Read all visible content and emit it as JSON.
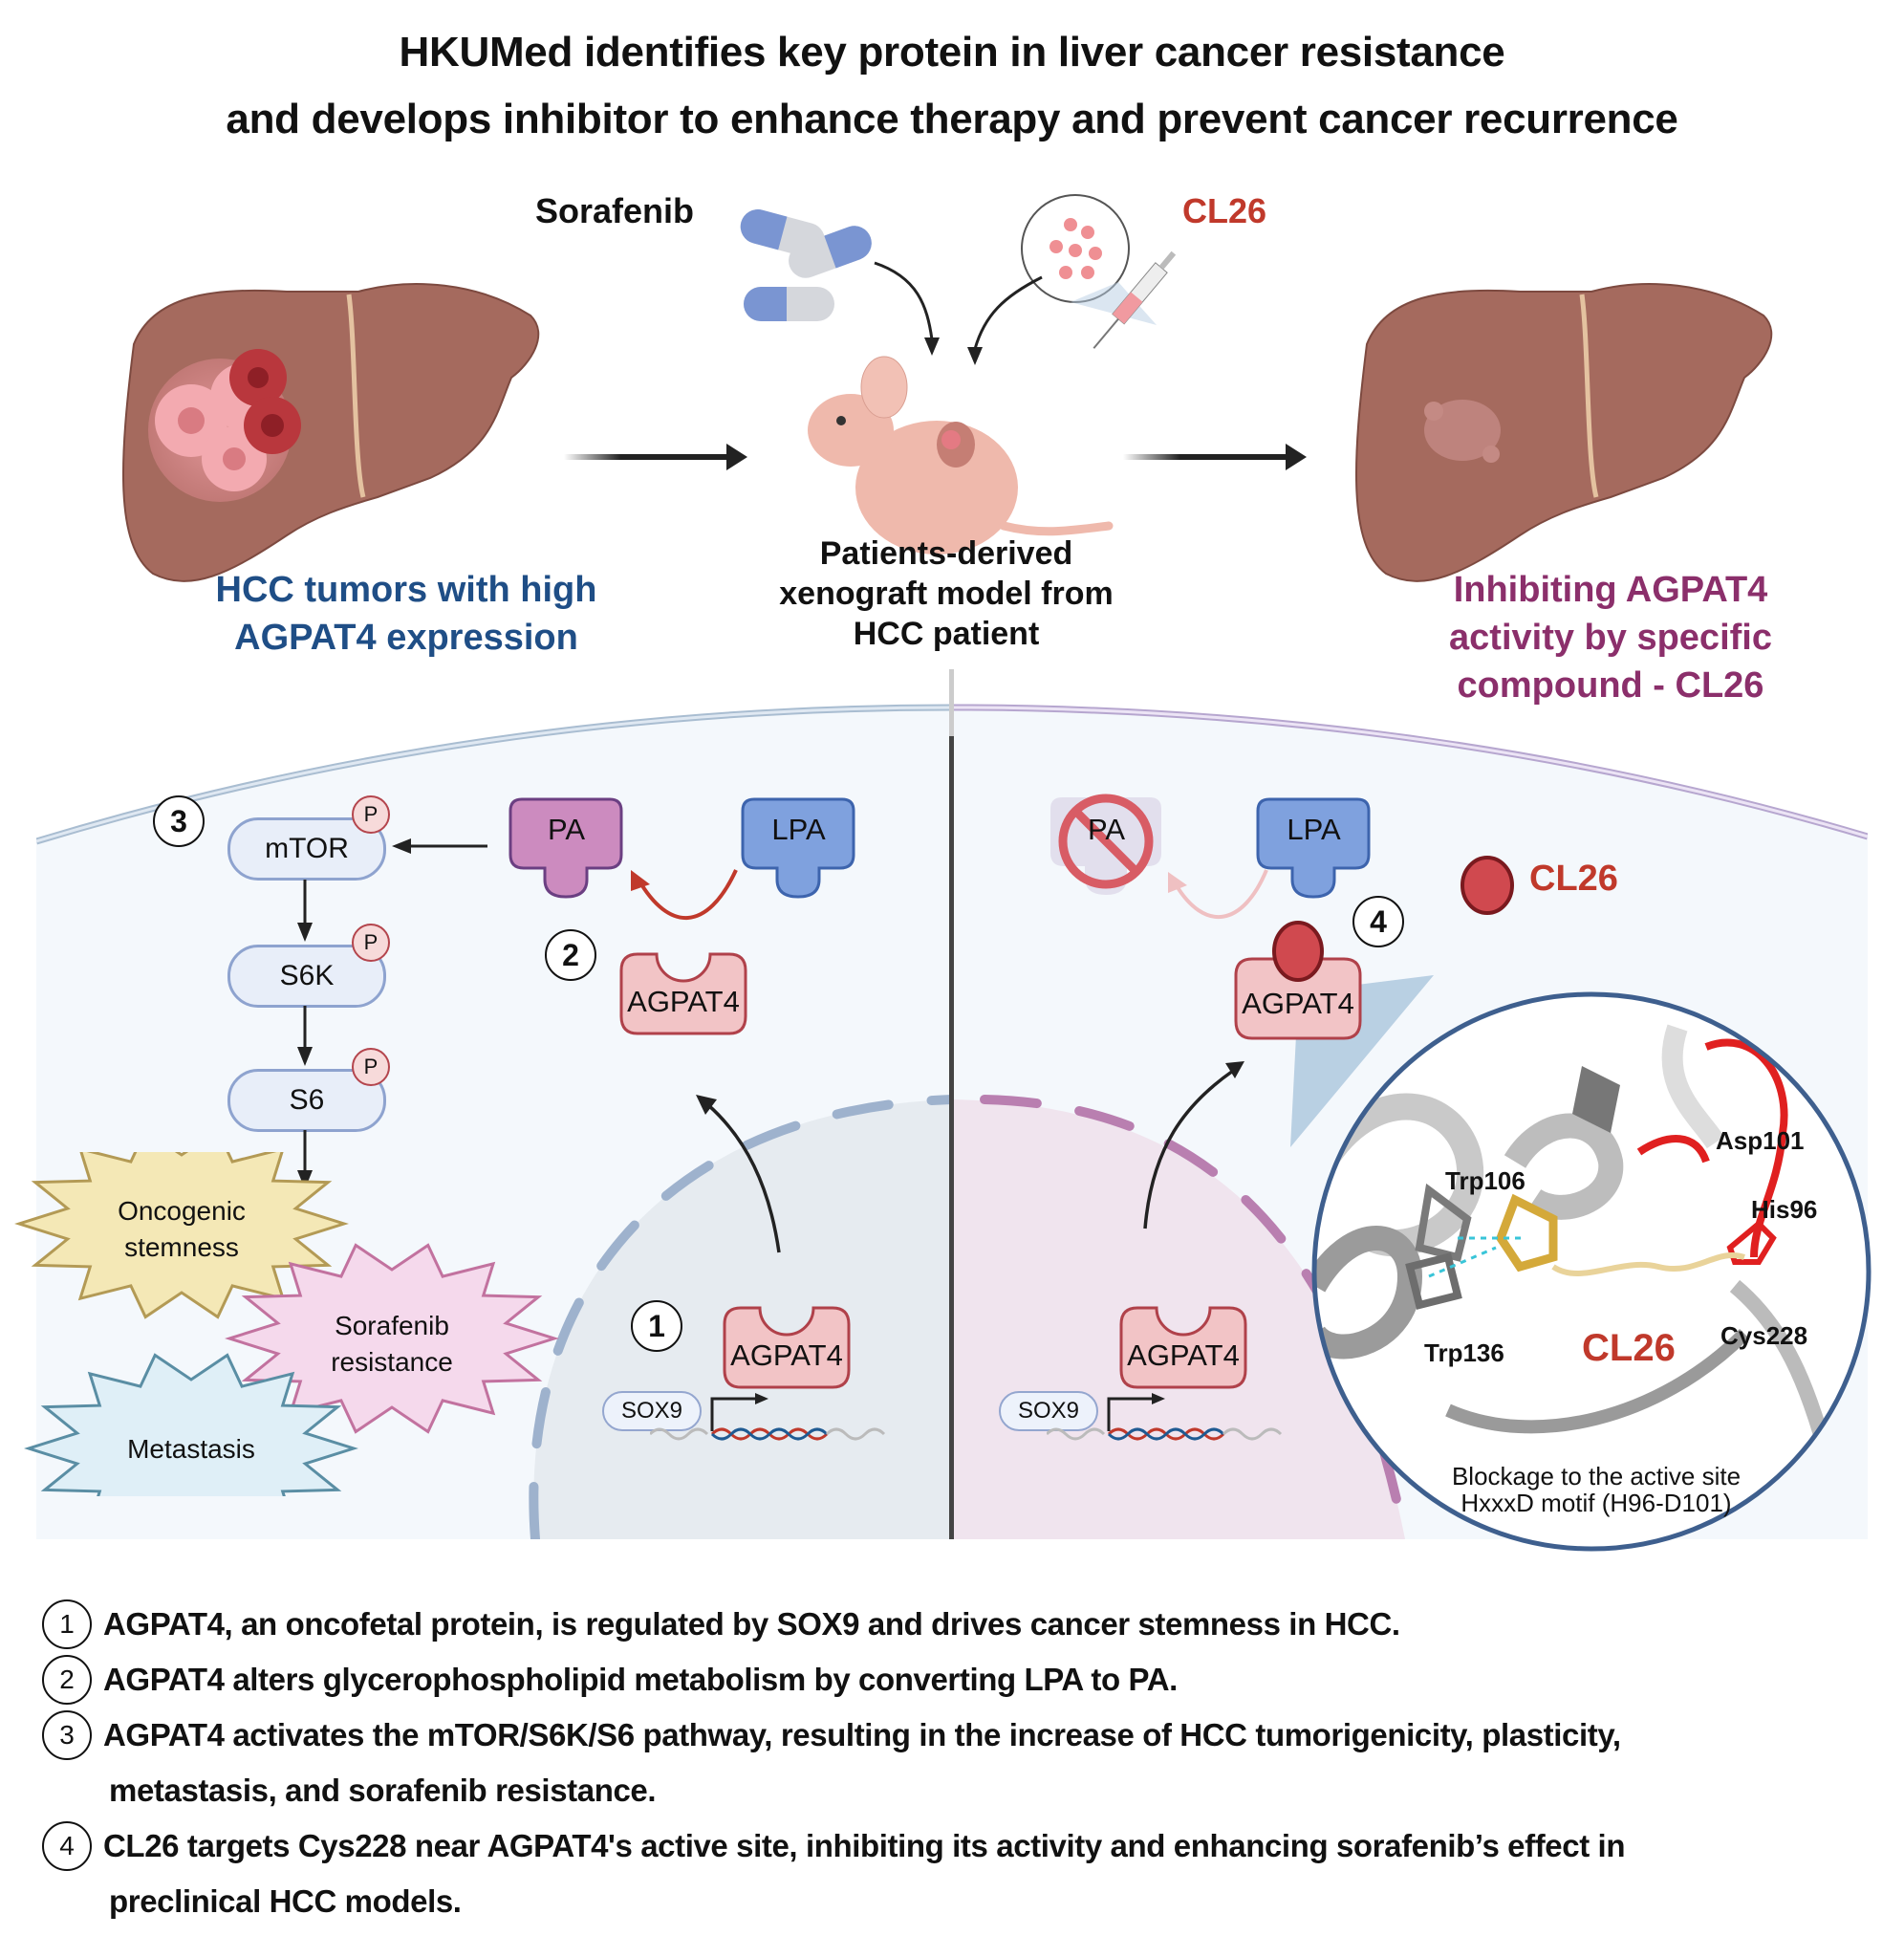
{
  "title": {
    "line1": "HKUMed identifies key protein in liver cancer resistance",
    "line2": "and develops inhibitor to enhance therapy and prevent cancer recurrence"
  },
  "top": {
    "drug1": "Sorafenib",
    "drug2": "CL26",
    "left_caption": [
      "HCC tumors with high",
      "AGPAT4 expression"
    ],
    "center_caption": [
      "Patients-derived",
      "xenograft model from",
      "HCC patient"
    ],
    "right_caption": [
      "Inhibiting AGPAT4",
      "activity by specific",
      "compound - CL26"
    ]
  },
  "left_cell": {
    "steps": {
      "s1": "1",
      "s2": "2",
      "s3": "3"
    },
    "pathway": [
      {
        "label": "mTOR",
        "phospho": "P"
      },
      {
        "label": "S6K",
        "phospho": "P"
      },
      {
        "label": "S6",
        "phospho": "P"
      }
    ],
    "lipids": {
      "pa": "PA",
      "lpa": "LPA"
    },
    "enzyme": "AGPAT4",
    "nucleus_enzyme": "AGPAT4",
    "tf": "SOX9",
    "outcomes": [
      {
        "line1": "Oncogenic",
        "line2": "stemness"
      },
      {
        "line1": "Sorafenib",
        "line2": "resistance"
      },
      {
        "line1": "Metastasis",
        "line2": ""
      }
    ]
  },
  "right_cell": {
    "step": "4",
    "lipids": {
      "pa": "PA",
      "lpa": "LPA"
    },
    "enzyme": "AGPAT4",
    "nucleus_enzyme": "AGPAT4",
    "tf": "SOX9",
    "inhibitor_legend": "CL26",
    "structure": {
      "residues": [
        "Asp101",
        "Trp106",
        "His96",
        "Trp136",
        "Cys228"
      ],
      "ligand": "CL26",
      "caption1": "Blockage to the active site",
      "caption2": "HxxxD motif (H96-D101)"
    }
  },
  "notes": [
    {
      "num": "1",
      "text": "AGPAT4, an oncofetal protein, is regulated by SOX9 and drives cancer stemness in HCC.",
      "cont": ""
    },
    {
      "num": "2",
      "text": "AGPAT4 alters glycerophospholipid metabolism by converting LPA to PA.",
      "cont": ""
    },
    {
      "num": "3",
      "text": "AGPAT4 activates the mTOR/S6K/S6 pathway, resulting in the increase of HCC tumorigenicity, plasticity,",
      "cont": "metastasis, and sorafenib resistance."
    },
    {
      "num": "4",
      "text": "CL26 targets Cys228 near AGPAT4's active site, inhibiting its activity and enhancing sorafenib’s effect in",
      "cont": "preclinical HCC models."
    }
  ],
  "colors": {
    "caption_blue": "#1f4e86",
    "caption_purple": "#8b2f6b",
    "cl26_red": "#c0392b",
    "liver": "#a56a5e",
    "enzyme_fill": "#f2c4c6",
    "pa_fill": "#cc8bbf",
    "lpa_fill": "#7fa1de"
  }
}
